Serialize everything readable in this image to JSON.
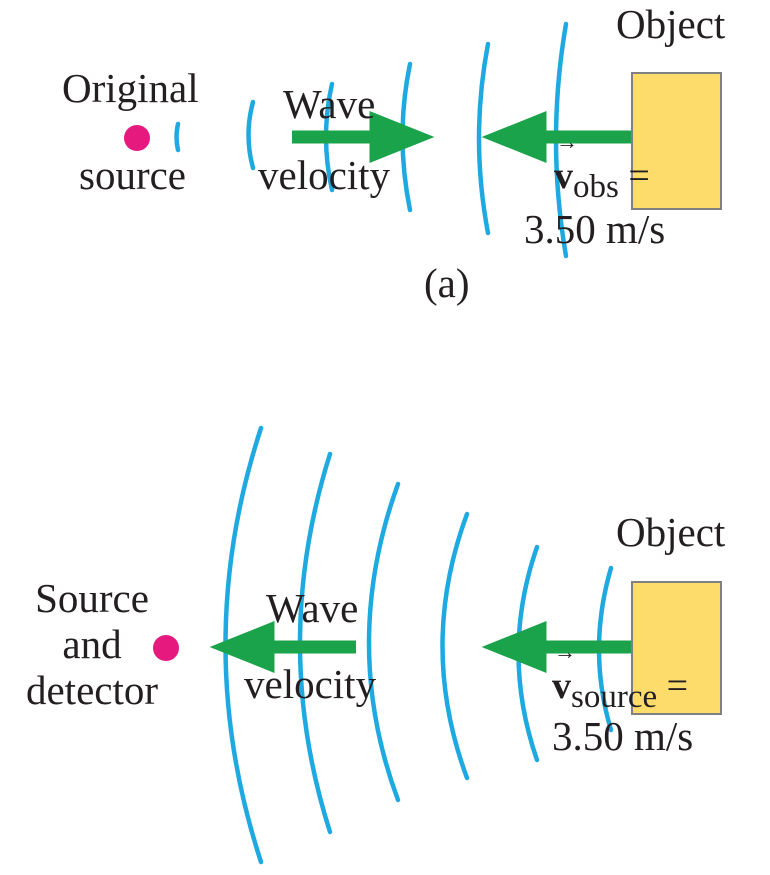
{
  "panel_a": {
    "object_label": "Object",
    "source_label_line1": "Original",
    "source_label_line2": "source",
    "wave_label_line1": "Wave",
    "wave_label_line2": "velocity",
    "velocity_symbol": "v",
    "velocity_subscript": "obs",
    "equals": "=",
    "velocity_value": "3.50 m/s",
    "caption": "(a)"
  },
  "panel_b": {
    "object_label": "Object",
    "source_label_line1": "Source",
    "source_label_line2": "and",
    "source_label_line3": "detector",
    "wave_label_line1": "Wave",
    "wave_label_line2": "velocity",
    "velocity_symbol": "v",
    "velocity_subscript": "source",
    "equals": "=",
    "velocity_value": "3.50 m/s"
  },
  "colors": {
    "wavefront": "#1fa9e1",
    "arrow": "#1aa34a",
    "source_dot": "#e6197f",
    "object_fill": "#fddc6b",
    "object_stroke": "#808080",
    "text": "#231f20"
  }
}
